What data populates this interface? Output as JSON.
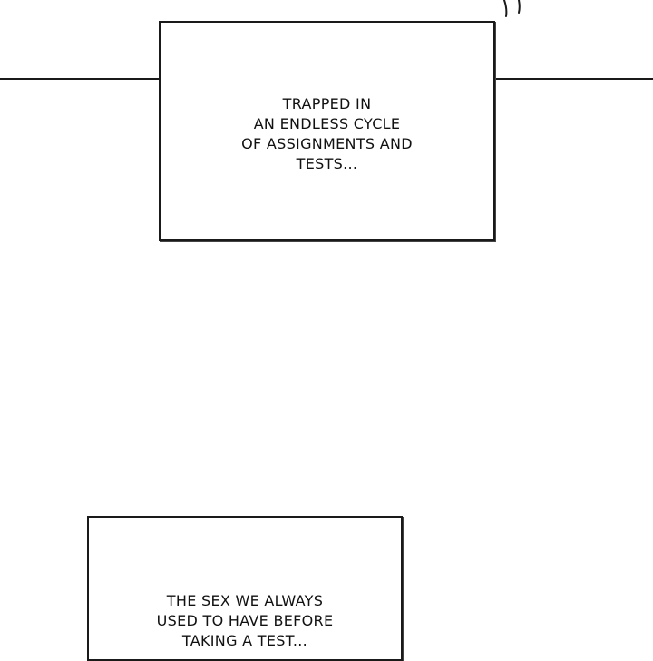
{
  "panel_top": {
    "caption_lines": [
      "TRAPPED IN",
      "AN ENDLESS CYCLE",
      "OF ASSIGNMENTS AND",
      "TESTS..."
    ]
  },
  "panel_bottom": {
    "caption_lines": [
      "THE SEX WE ALWAYS",
      "USED TO HAVE BEFORE",
      "TAKING A TEST..."
    ]
  },
  "colors": {
    "background": "#ffffff",
    "ink": "#1a1a1a"
  }
}
